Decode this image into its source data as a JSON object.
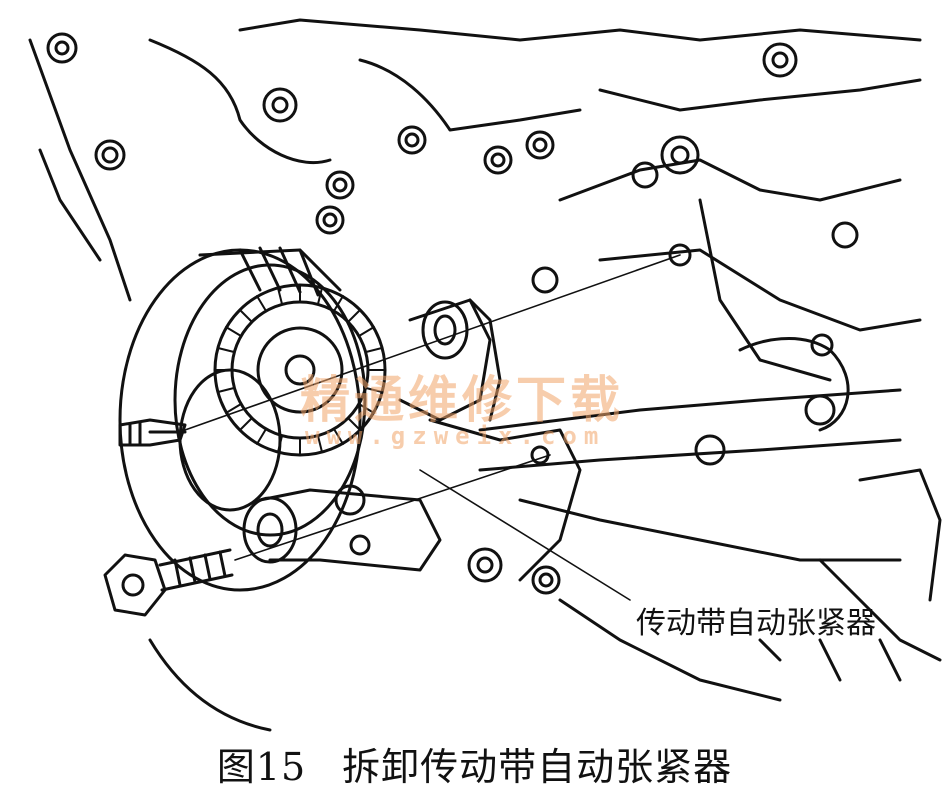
{
  "figure": {
    "callout_label": "传动带自动张紧器",
    "caption_number": "图15",
    "caption_title": "拆卸传动带自动张紧器"
  },
  "watermark": {
    "name": "精通维修下载",
    "url": "www.gzweix.com"
  },
  "colors": {
    "ink": "#111111",
    "paper": "#ffffff",
    "watermark": "#f2a56a"
  }
}
